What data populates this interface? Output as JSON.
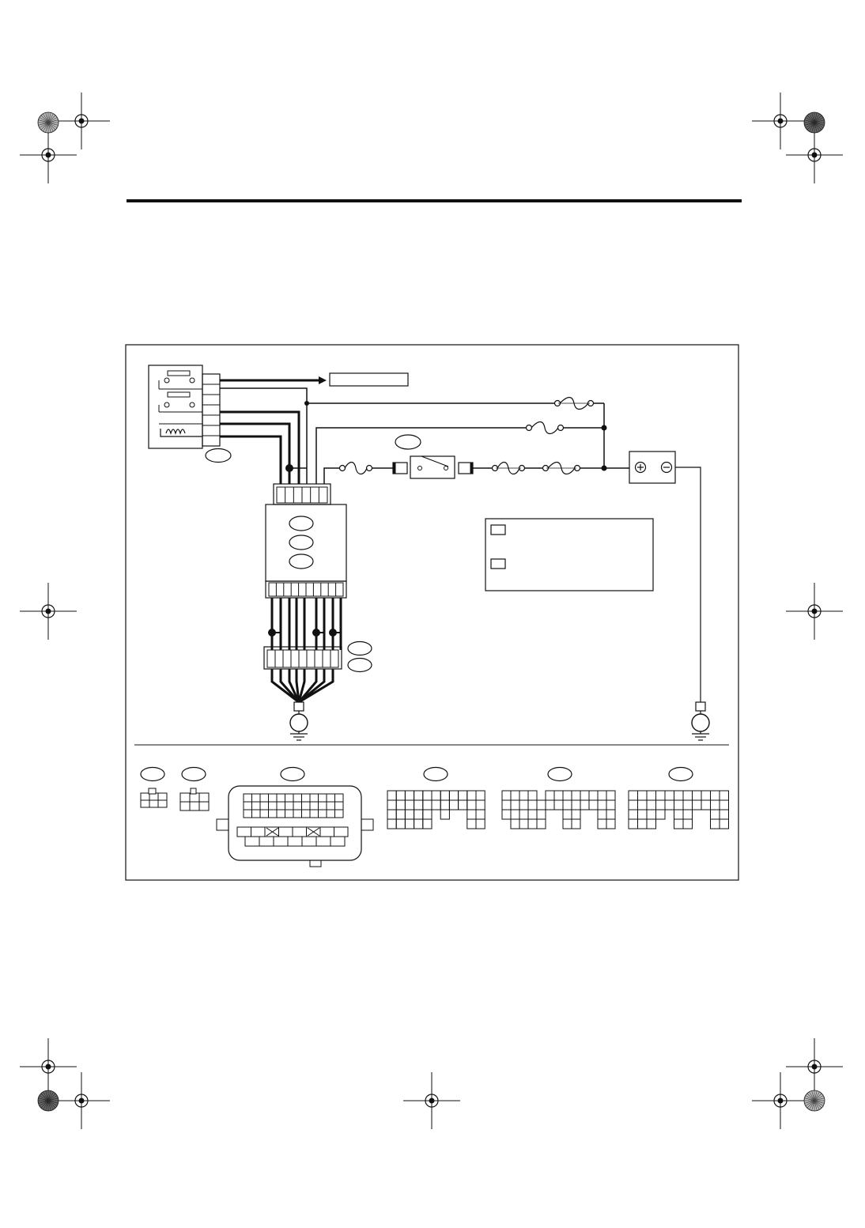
{
  "colors": {
    "ink": "#111111",
    "paper": "#ffffff",
    "mark_dark": "#6a6a6a",
    "mark_light": "#ffffff"
  },
  "icons": {
    "registration_mark": "registration-crosshair-icon",
    "color_bar": "radial-sunburst-icon",
    "ground": "ground-symbol-icon",
    "battery": "battery-icon",
    "relay_coil": "coil-icon",
    "fuse": "fuse-icon",
    "fusible_link": "fusible-link-icon"
  },
  "diagram": {
    "relay_pin_count": 7,
    "ecm_top_pin_count": 6,
    "ecm_bottom_pin_count": 10,
    "joint_connector_pin_count": 9,
    "fuse_count_lower_line": 3,
    "legend_items": 2,
    "connector_face_views": 6
  }
}
